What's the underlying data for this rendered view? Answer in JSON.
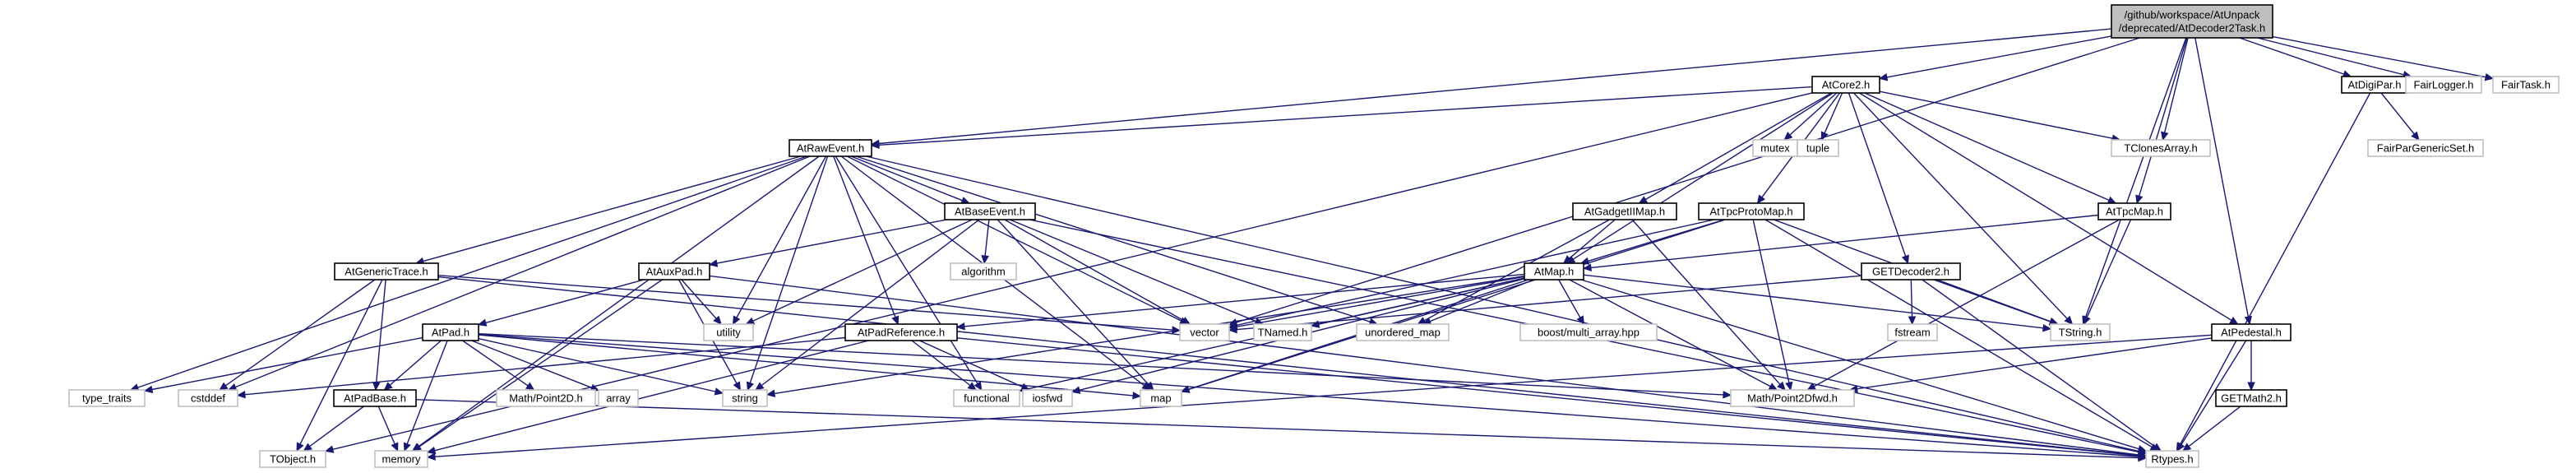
{
  "graph": {
    "colors": {
      "edge": "#191970",
      "root_fill": "#bfbfbf",
      "node_border": "#000000",
      "system_border": "#bfbfbf"
    },
    "nodes": [
      {
        "id": "root",
        "lines": [
          "/github/workspace/AtUnpack",
          "/deprecated/AtDecoder2Task.h"
        ],
        "kind": "root"
      },
      {
        "id": "AtRawEvent",
        "lines": [
          "AtRawEvent.h"
        ],
        "kind": "project"
      },
      {
        "id": "AtCore2",
        "lines": [
          "AtCore2.h"
        ],
        "kind": "project"
      },
      {
        "id": "AtDigiPar",
        "lines": [
          "AtDigiPar.h"
        ],
        "kind": "project"
      },
      {
        "id": "FairLogger",
        "lines": [
          "FairLogger.h"
        ],
        "kind": "system"
      },
      {
        "id": "FairTask",
        "lines": [
          "FairTask.h"
        ],
        "kind": "system"
      },
      {
        "id": "mutex",
        "lines": [
          "mutex"
        ],
        "kind": "system"
      },
      {
        "id": "tuple",
        "lines": [
          "tuple"
        ],
        "kind": "system"
      },
      {
        "id": "TClonesArray",
        "lines": [
          "TClonesArray.h"
        ],
        "kind": "system"
      },
      {
        "id": "FairParGenericSet",
        "lines": [
          "FairParGenericSet.h"
        ],
        "kind": "system"
      },
      {
        "id": "AtBaseEvent",
        "lines": [
          "AtBaseEvent.h"
        ],
        "kind": "project"
      },
      {
        "id": "AtGadgetIIMap",
        "lines": [
          "AtGadgetIIMap.h"
        ],
        "kind": "project"
      },
      {
        "id": "AtTpcProtoMap",
        "lines": [
          "AtTpcProtoMap.h"
        ],
        "kind": "project"
      },
      {
        "id": "AtTpcMap",
        "lines": [
          "AtTpcMap.h"
        ],
        "kind": "project"
      },
      {
        "id": "AtGenericTrace",
        "lines": [
          "AtGenericTrace.h"
        ],
        "kind": "project"
      },
      {
        "id": "AtAuxPad",
        "lines": [
          "AtAuxPad.h"
        ],
        "kind": "project"
      },
      {
        "id": "algorithm",
        "lines": [
          "algorithm"
        ],
        "kind": "system"
      },
      {
        "id": "AtMap",
        "lines": [
          "AtMap.h"
        ],
        "kind": "project"
      },
      {
        "id": "GETDecoder2",
        "lines": [
          "GETDecoder2.h"
        ],
        "kind": "project"
      },
      {
        "id": "utility",
        "lines": [
          "utility"
        ],
        "kind": "system"
      },
      {
        "id": "vector",
        "lines": [
          "vector"
        ],
        "kind": "system"
      },
      {
        "id": "TNamed",
        "lines": [
          "TNamed.h"
        ],
        "kind": "system"
      },
      {
        "id": "unordered_map",
        "lines": [
          "unordered_map"
        ],
        "kind": "system"
      },
      {
        "id": "fstream",
        "lines": [
          "fstream"
        ],
        "kind": "system"
      },
      {
        "id": "TString",
        "lines": [
          "TString.h"
        ],
        "kind": "system"
      },
      {
        "id": "AtPedestal",
        "lines": [
          "AtPedestal.h"
        ],
        "kind": "project"
      },
      {
        "id": "AtPad",
        "lines": [
          "AtPad.h"
        ],
        "kind": "project"
      },
      {
        "id": "AtPadReference",
        "lines": [
          "AtPadReference.h"
        ],
        "kind": "project"
      },
      {
        "id": "boost_multi_array",
        "lines": [
          "boost/multi_array.hpp"
        ],
        "kind": "system"
      },
      {
        "id": "type_traits",
        "lines": [
          "type_traits"
        ],
        "kind": "system"
      },
      {
        "id": "cstddef",
        "lines": [
          "cstddef"
        ],
        "kind": "system"
      },
      {
        "id": "AtPadBase",
        "lines": [
          "AtPadBase.h"
        ],
        "kind": "project"
      },
      {
        "id": "MathPoint2D",
        "lines": [
          "Math/Point2D.h"
        ],
        "kind": "system"
      },
      {
        "id": "array",
        "lines": [
          "array"
        ],
        "kind": "system"
      },
      {
        "id": "string",
        "lines": [
          "string"
        ],
        "kind": "system"
      },
      {
        "id": "functional",
        "lines": [
          "functional"
        ],
        "kind": "system"
      },
      {
        "id": "iosfwd",
        "lines": [
          "iosfwd"
        ],
        "kind": "system"
      },
      {
        "id": "map",
        "lines": [
          "map"
        ],
        "kind": "system"
      },
      {
        "id": "MathPoint2Dfwd",
        "lines": [
          "Math/Point2Dfwd.h"
        ],
        "kind": "system"
      },
      {
        "id": "GETMath2",
        "lines": [
          "GETMath2.h"
        ],
        "kind": "project"
      },
      {
        "id": "TObject",
        "lines": [
          "TObject.h"
        ],
        "kind": "system"
      },
      {
        "id": "memory",
        "lines": [
          "memory"
        ],
        "kind": "system"
      },
      {
        "id": "Rtypes",
        "lines": [
          "Rtypes.h"
        ],
        "kind": "system"
      }
    ],
    "edges": [
      [
        "root",
        "AtRawEvent"
      ],
      [
        "root",
        "AtCore2"
      ],
      [
        "root",
        "AtDigiPar"
      ],
      [
        "root",
        "FairLogger"
      ],
      [
        "root",
        "FairTask"
      ],
      [
        "root",
        "TClonesArray"
      ],
      [
        "root",
        "vector"
      ],
      [
        "root",
        "AtTpcMap"
      ],
      [
        "root",
        "AtPedestal"
      ],
      [
        "root",
        "TString"
      ],
      [
        "AtCore2",
        "AtRawEvent"
      ],
      [
        "AtCore2",
        "mutex"
      ],
      [
        "AtCore2",
        "tuple"
      ],
      [
        "AtCore2",
        "TClonesArray"
      ],
      [
        "AtCore2",
        "AtGadgetIIMap"
      ],
      [
        "AtCore2",
        "AtTpcProtoMap"
      ],
      [
        "AtCore2",
        "AtTpcMap"
      ],
      [
        "AtCore2",
        "AtMap"
      ],
      [
        "AtCore2",
        "GETDecoder2"
      ],
      [
        "AtCore2",
        "TString"
      ],
      [
        "AtCore2",
        "AtPedestal"
      ],
      [
        "AtCore2",
        "TObject"
      ],
      [
        "AtDigiPar",
        "FairParGenericSet"
      ],
      [
        "AtDigiPar",
        "Rtypes"
      ],
      [
        "AtRawEvent",
        "AtBaseEvent"
      ],
      [
        "AtRawEvent",
        "AtGenericTrace"
      ],
      [
        "AtRawEvent",
        "AtPadReference"
      ],
      [
        "AtRawEvent",
        "utility"
      ],
      [
        "AtRawEvent",
        "vector"
      ],
      [
        "AtRawEvent",
        "unordered_map"
      ],
      [
        "AtRawEvent",
        "map"
      ],
      [
        "AtRawEvent",
        "functional"
      ],
      [
        "AtRawEvent",
        "Rtypes"
      ],
      [
        "AtRawEvent",
        "type_traits"
      ],
      [
        "AtRawEvent",
        "cstddef"
      ],
      [
        "AtRawEvent",
        "memory"
      ],
      [
        "AtRawEvent",
        "string"
      ],
      [
        "AtBaseEvent",
        "algorithm"
      ],
      [
        "AtBaseEvent",
        "AtAuxPad"
      ],
      [
        "AtBaseEvent",
        "utility"
      ],
      [
        "AtBaseEvent",
        "vector"
      ],
      [
        "AtBaseEvent",
        "TNamed"
      ],
      [
        "AtBaseEvent",
        "map"
      ],
      [
        "AtBaseEvent",
        "string"
      ],
      [
        "AtBaseEvent",
        "Rtypes"
      ],
      [
        "AtGenericTrace",
        "AtPadBase"
      ],
      [
        "AtGenericTrace",
        "vector"
      ],
      [
        "AtGenericTrace",
        "cstddef"
      ],
      [
        "AtGenericTrace",
        "TObject"
      ],
      [
        "AtGenericTrace",
        "Rtypes"
      ],
      [
        "AtAuxPad",
        "AtPad"
      ],
      [
        "AtAuxPad",
        "utility"
      ],
      [
        "AtAuxPad",
        "string"
      ],
      [
        "AtAuxPad",
        "memory"
      ],
      [
        "AtAuxPad",
        "Rtypes"
      ],
      [
        "AtGadgetIIMap",
        "AtMap"
      ],
      [
        "AtGadgetIIMap",
        "unordered_map"
      ],
      [
        "AtGadgetIIMap",
        "MathPoint2Dfwd"
      ],
      [
        "AtTpcProtoMap",
        "AtMap"
      ],
      [
        "AtTpcProtoMap",
        "vector"
      ],
      [
        "AtTpcProtoMap",
        "MathPoint2Dfwd"
      ],
      [
        "AtTpcProtoMap",
        "map"
      ],
      [
        "AtTpcProtoMap",
        "TString"
      ],
      [
        "AtTpcProtoMap",
        "Rtypes"
      ],
      [
        "AtTpcMap",
        "AtMap"
      ],
      [
        "AtTpcMap",
        "TString"
      ],
      [
        "AtTpcMap",
        "MathPoint2Dfwd"
      ],
      [
        "AtMap",
        "AtPadReference"
      ],
      [
        "AtMap",
        "vector"
      ],
      [
        "AtMap",
        "TNamed"
      ],
      [
        "AtMap",
        "unordered_map"
      ],
      [
        "AtMap",
        "boost_multi_array"
      ],
      [
        "AtMap",
        "TString"
      ],
      [
        "AtMap",
        "MathPoint2Dfwd"
      ],
      [
        "AtMap",
        "Rtypes"
      ],
      [
        "AtMap",
        "map"
      ],
      [
        "AtMap",
        "iosfwd"
      ],
      [
        "AtMap",
        "functional"
      ],
      [
        "AtMap",
        "string"
      ],
      [
        "GETDecoder2",
        "fstream"
      ],
      [
        "GETDecoder2",
        "TString"
      ],
      [
        "GETDecoder2",
        "Rtypes"
      ],
      [
        "GETDecoder2",
        "vector"
      ],
      [
        "AtPedestal",
        "GETMath2"
      ],
      [
        "AtPedestal",
        "MathPoint2Dfwd"
      ],
      [
        "AtPedestal",
        "Rtypes"
      ],
      [
        "AtPedestal",
        "memory"
      ],
      [
        "GETMath2",
        "Rtypes"
      ],
      [
        "AtPad",
        "AtPadBase"
      ],
      [
        "AtPad",
        "MathPoint2D"
      ],
      [
        "AtPad",
        "array"
      ],
      [
        "AtPad",
        "memory"
      ],
      [
        "AtPad",
        "string"
      ],
      [
        "AtPad",
        "type_traits"
      ],
      [
        "AtPad",
        "map"
      ],
      [
        "AtPad",
        "MathPoint2Dfwd"
      ],
      [
        "AtPad",
        "Rtypes"
      ],
      [
        "AtPadReference",
        "functional"
      ],
      [
        "AtPadReference",
        "iosfwd"
      ],
      [
        "AtPadReference",
        "Rtypes"
      ],
      [
        "AtPadReference",
        "memory"
      ],
      [
        "AtPadReference",
        "cstddef"
      ],
      [
        "AtPadBase",
        "memory"
      ],
      [
        "AtPadBase",
        "Rtypes"
      ],
      [
        "AtPadBase",
        "TObject"
      ]
    ]
  }
}
